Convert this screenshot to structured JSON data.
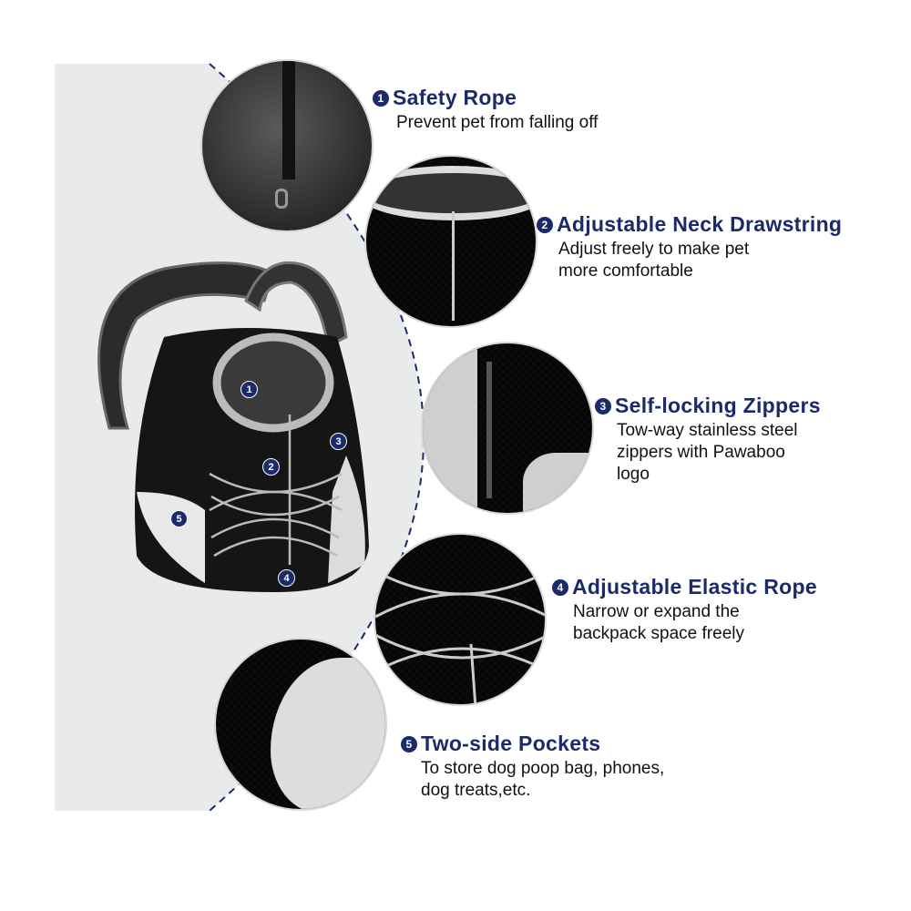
{
  "features": [
    {
      "num": "1",
      "title": "Safety Rope",
      "desc": [
        "Prevent pet from falling off"
      ]
    },
    {
      "num": "2",
      "title": "Adjustable Neck Drawstring",
      "desc": [
        "Adjust freely to make pet",
        "more comfortable"
      ]
    },
    {
      "num": "3",
      "title": "Self-locking Zippers",
      "desc": [
        "Tow-way stainless steel",
        "zippers with Pawaboo",
        "logo"
      ]
    },
    {
      "num": "4",
      "title": "Adjustable Elastic Rope",
      "desc": [
        "Narrow or expand the",
        "backpack space freely"
      ]
    },
    {
      "num": "5",
      "title": "Two-side Pockets",
      "desc": [
        "To store dog poop bag, phones,",
        "dog treats,etc."
      ]
    }
  ],
  "colors": {
    "accent": "#1b2a6b",
    "panel": "#e9eaeb"
  }
}
